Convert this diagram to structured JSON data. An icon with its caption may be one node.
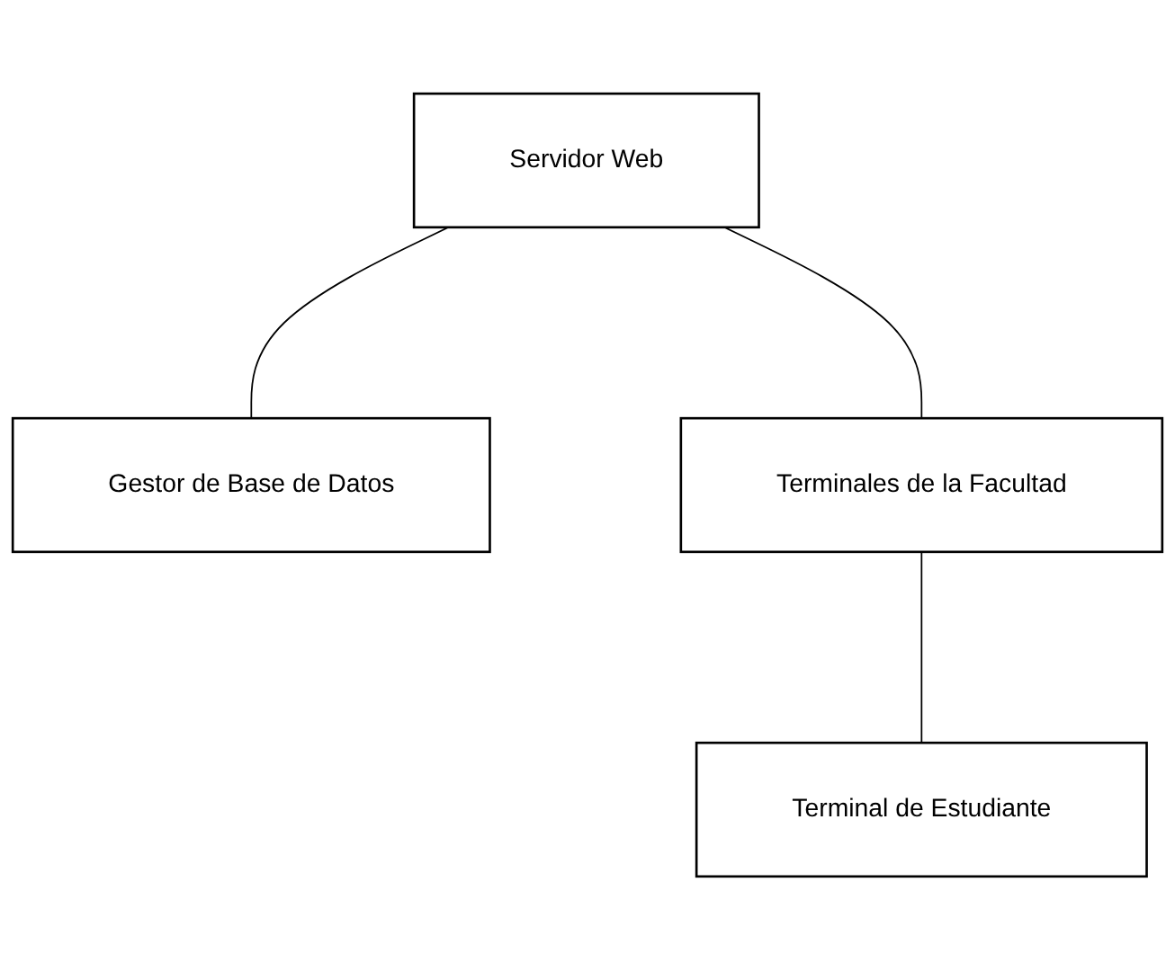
{
  "diagram": {
    "nodes": [
      {
        "text": [
          "Servidor Web"
        ]
      },
      {
        "text": [
          "Gestor de Base de Datos"
        ]
      },
      {
        "text": [
          "Terminales de la Facultad"
        ]
      },
      {
        "text": [
          "Terminal de Estudiante"
        ]
      }
    ],
    "edges": [
      {
        "from": 0,
        "to": 1,
        "arrow": "none"
      },
      {
        "from": 0,
        "to": 2,
        "arrow": "none"
      },
      {
        "from": 2,
        "to": 3,
        "arrow": "none"
      }
    ]
  }
}
